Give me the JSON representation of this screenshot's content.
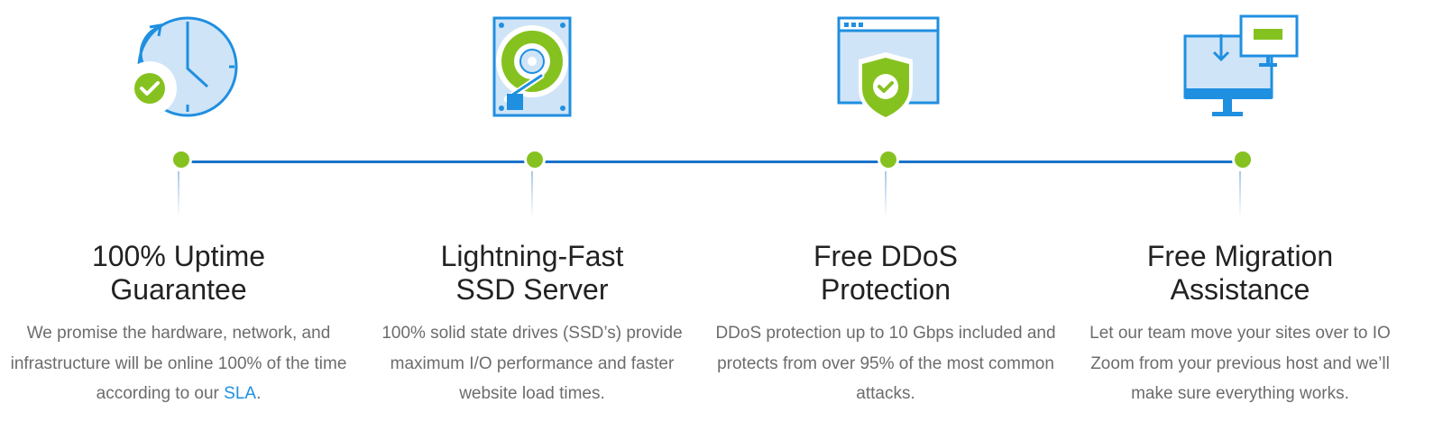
{
  "colors": {
    "accent_blue": "#1a73c9",
    "accent_green": "#86c21f",
    "link": "#1f8fe0",
    "text_dark": "#222222",
    "text_body": "#6c6c6c",
    "icon_fill": "#cfe4f7"
  },
  "features": [
    {
      "icon": "clock-check-icon",
      "title": "100% Uptime\nGuarantee",
      "description_before_link": "We promise the hardware, network, and infrastructure will be online 100% of the time according to our ",
      "link_text": "SLA",
      "description_after_link": "."
    },
    {
      "icon": "ssd-drive-icon",
      "title": "Lightning-Fast\nSSD Server",
      "description": "100% solid state drives (SSD’s) provide maximum I/O performance and faster website load times."
    },
    {
      "icon": "browser-shield-icon",
      "title": "Free DDoS\nProtection",
      "description": "DDoS protection up to 10 Gbps included and protects from over 95% of the most common attacks."
    },
    {
      "icon": "monitor-migration-icon",
      "title": "Free Migration\nAssistance",
      "description": "Let our team move your sites over to IO Zoom from your previous host and we’ll make sure everything works."
    }
  ]
}
